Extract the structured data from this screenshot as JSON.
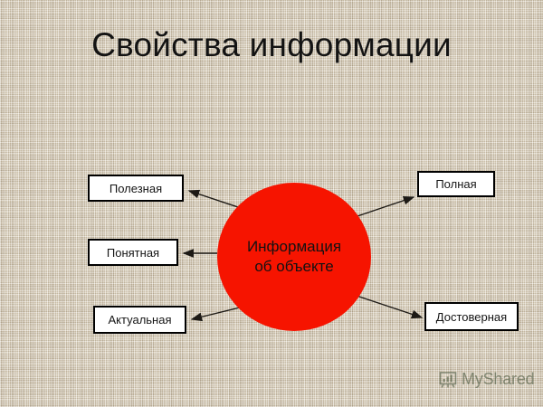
{
  "slide": {
    "title": "Свойства информации",
    "background_color": "#d6cab4",
    "title_color": "#131313"
  },
  "center": {
    "label": "Информация\nоб объекте",
    "fill_color": "#f61400",
    "text_color": "#121212"
  },
  "properties": [
    {
      "id": "useful",
      "label": "Полезная"
    },
    {
      "id": "clear",
      "label": "Понятная"
    },
    {
      "id": "current",
      "label": "Актуальная"
    },
    {
      "id": "complete",
      "label": "Полная"
    },
    {
      "id": "reliable",
      "label": "Достоверная"
    }
  ],
  "connectors": {
    "color": "#1d1a16",
    "count": 5,
    "direction": "from-center-to-boxes"
  },
  "watermark": {
    "text": "MyShared",
    "icon": "presentation-chart-icon",
    "color": "#4e5b43"
  }
}
